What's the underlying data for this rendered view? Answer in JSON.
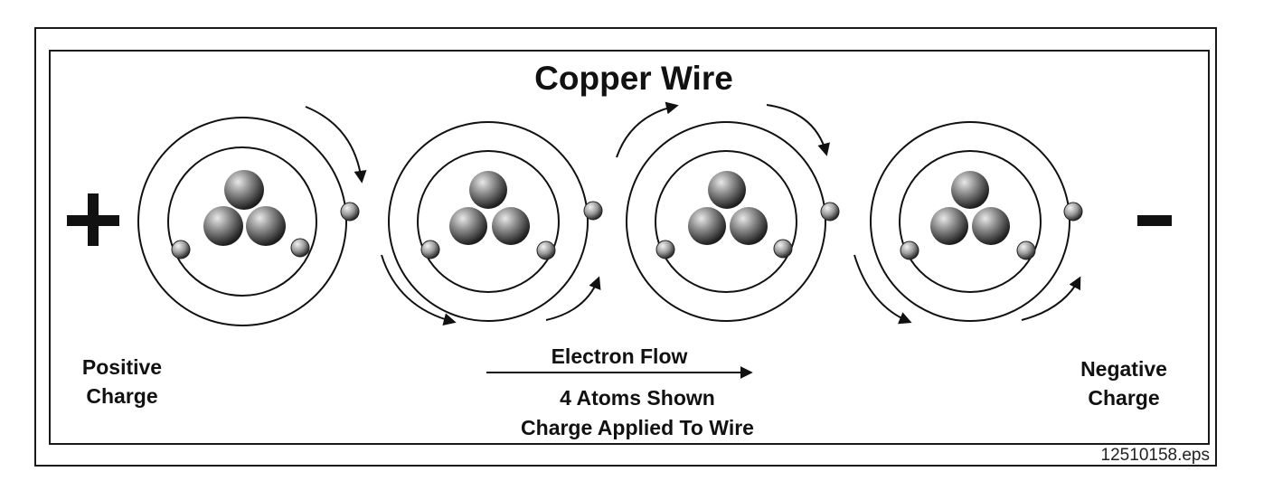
{
  "diagram": {
    "title": "Copper Wire",
    "positive_sign": "+",
    "negative_sign": "-",
    "positive_label_line1": "Positive",
    "positive_label_line2": "Charge",
    "negative_label_line1": "Negative",
    "negative_label_line2": "Charge",
    "flow_label": "Electron Flow",
    "atoms_line1": "4 Atoms Shown",
    "atoms_line2": "Charge Applied To Wire",
    "file_name": "12510158.eps",
    "atom_count": 4,
    "protons_per_atom": 3,
    "electrons_per_atom": 3
  }
}
